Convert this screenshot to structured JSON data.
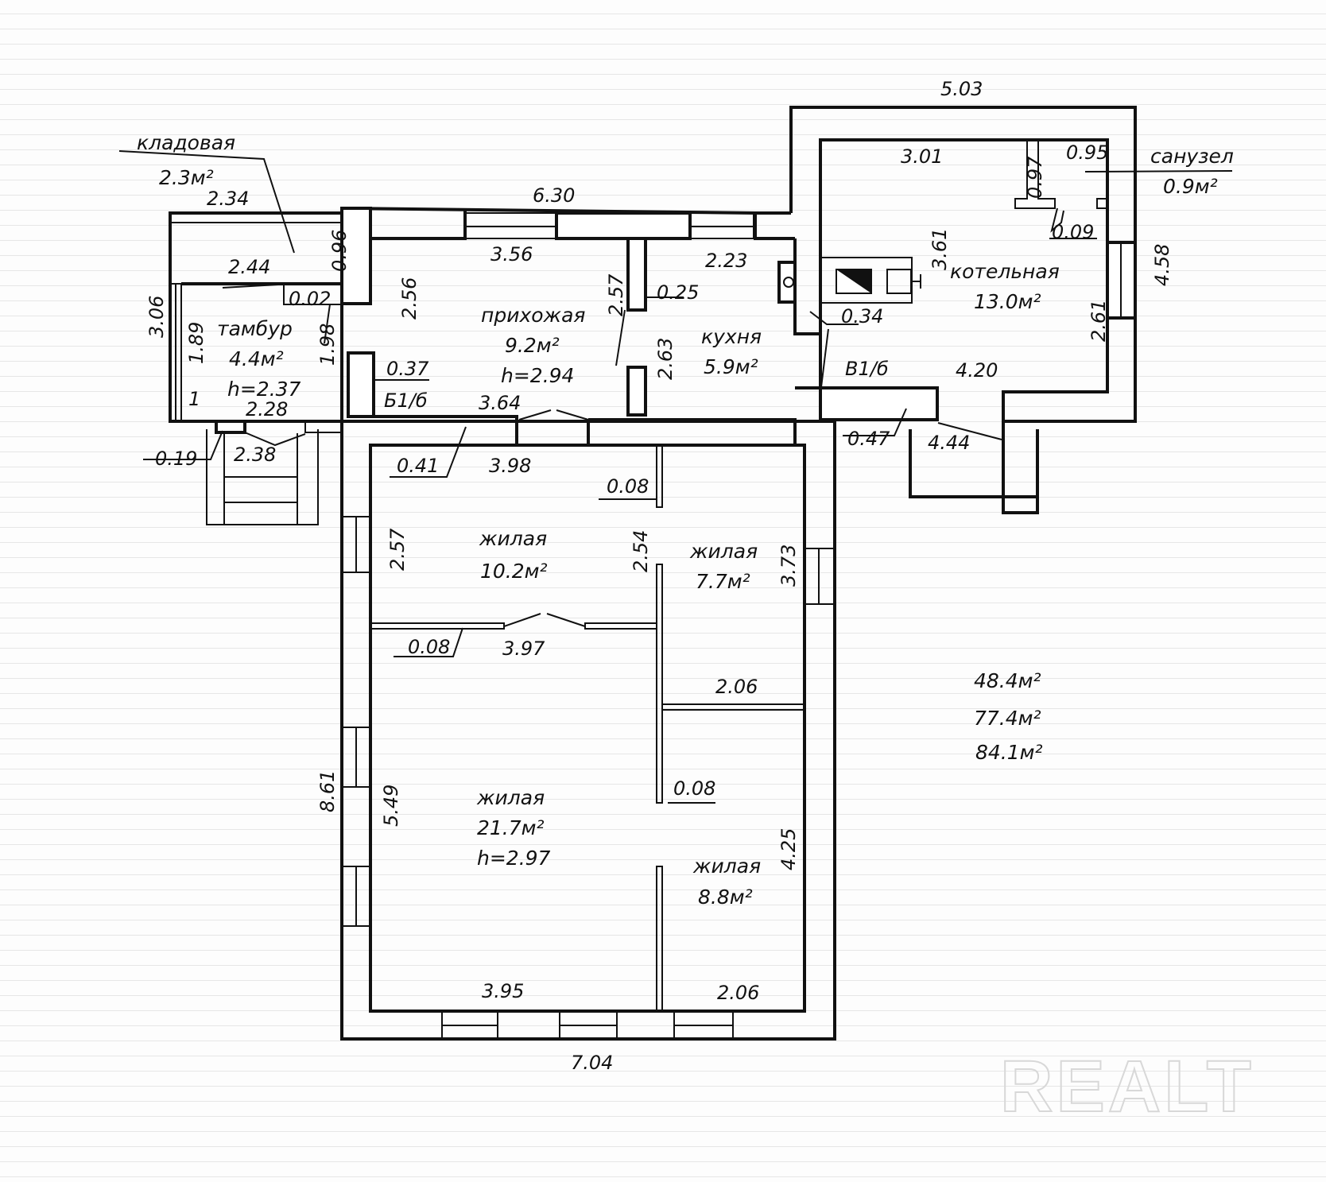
{
  "rooms": [
    {
      "name": "кладовая",
      "area": "2.3м²"
    },
    {
      "name": "тамбур",
      "area": "4.4м²",
      "height": "h=2.37"
    },
    {
      "name": "прихожая",
      "area": "9.2м²",
      "height": "h=2.94"
    },
    {
      "name": "кухня",
      "area": "5.9м²"
    },
    {
      "name": "котельная",
      "area": "13.0м²"
    },
    {
      "name": "санузел",
      "area": "0.9м²"
    },
    {
      "name": "жилая",
      "area": "10.2м²"
    },
    {
      "name": "жилая",
      "area": "7.7м²"
    },
    {
      "name": "жилая",
      "area": "21.7м²",
      "height": "h=2.97"
    },
    {
      "name": "жилая",
      "area": "8.8м²"
    }
  ],
  "dimensions": {
    "d503": "5.03",
    "d301": "3.01",
    "d095": "0.95",
    "d097": "0.97",
    "d009": "0.09",
    "d361": "3.61",
    "d458": "4.58",
    "d261": "2.61",
    "d420": "4.20",
    "d444": "4.44",
    "d047": "0.47",
    "d034": "0.34",
    "v1b": "В1/б",
    "d630": "6.30",
    "d356": "3.56",
    "d223": "2.23",
    "d257a": "2.57",
    "d025": "0.25",
    "d256": "2.56",
    "d263": "2.63",
    "d037": "0.37",
    "b1b": "Б1/б",
    "d364": "3.64",
    "d041": "0.41",
    "d398": "3.98",
    "d008a": "0.08",
    "d234": "2.34",
    "d244": "2.44",
    "d096": "0.96",
    "d002": "0.02",
    "d306": "3.06",
    "d189": "1.89",
    "d198": "1.98",
    "d1": "1",
    "d228": "2.28",
    "d019": "0.19",
    "d238": "2.38",
    "d257b": "2.57",
    "d254": "2.54",
    "d373": "3.73",
    "d008b": "0.08",
    "d397": "3.97",
    "d206a": "2.06",
    "d008c": "0.08",
    "d861": "8.61",
    "d549": "5.49",
    "d425": "4.25",
    "d395": "3.95",
    "d206b": "2.06",
    "d704": "7.04"
  },
  "totals": [
    "48.4м²",
    "77.4м²",
    "84.1м²"
  ],
  "watermark": "REALT"
}
